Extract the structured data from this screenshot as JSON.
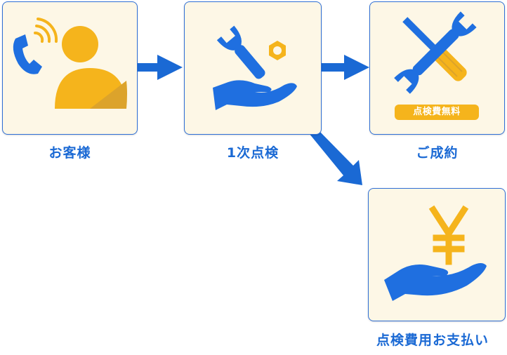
{
  "steps": [
    {
      "label": "お客様",
      "icon": "customer-phone-icon"
    },
    {
      "label": "1次点検",
      "icon": "wrench-hand-icon"
    },
    {
      "label": "ご成約",
      "icon": "tools-icon",
      "badge": "点検費無料"
    },
    {
      "label": "点検費用お支払い",
      "icon": "yen-hand-icon"
    }
  ],
  "colors": {
    "accent_blue": "#1a69d4",
    "icon_blue": "#1f6fe0",
    "icon_yellow": "#f5b41c",
    "card_bg": "#fdf7e6"
  }
}
